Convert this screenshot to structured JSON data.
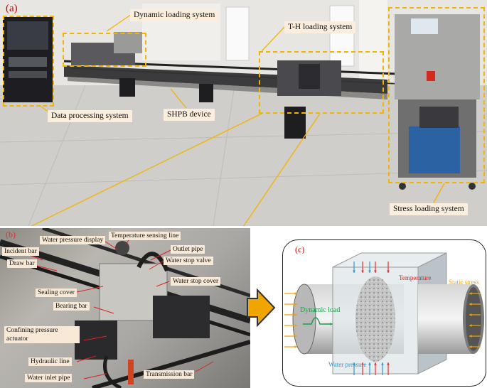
{
  "panel_a": {
    "tag": "(a)",
    "labels": {
      "dynamic": "Dynamic loading system",
      "th": "T-H loading system",
      "data": "Data processing system",
      "shpb": "SHPB device",
      "stress": "Stress loading system"
    }
  },
  "panel_b": {
    "tag": "(b)",
    "labels": {
      "water_pressure_display": "Water pressure display",
      "temperature_line": "Temperature sensing line",
      "outlet_pipe": "Outlet pipe",
      "incident_bar": "Incident bar",
      "water_stop_valve": "Water stop valve",
      "draw_bar": "Draw bar",
      "water_stop_cover": "Water stop cover",
      "sealing_cover": "Sealing cover",
      "bearing_bar": "Bearing bar",
      "confining": "Confining pressure actuator",
      "hydraulic_line": "Hydraulic line",
      "water_inlet_pipe": "Water inlet pipe",
      "transmission_bar": "Transmission bar"
    }
  },
  "panel_c": {
    "tag": "(c)",
    "temperature": "Temperature",
    "static_stress": "Static stress",
    "dynamic_load": "Dynamic load",
    "water_pressure": "Water pressure",
    "colors": {
      "temp_arrow": "#e53030",
      "water_arrow": "#2a9ad6",
      "stress_arrow": "#f0a500",
      "dynamic": "#1aa04a"
    }
  }
}
